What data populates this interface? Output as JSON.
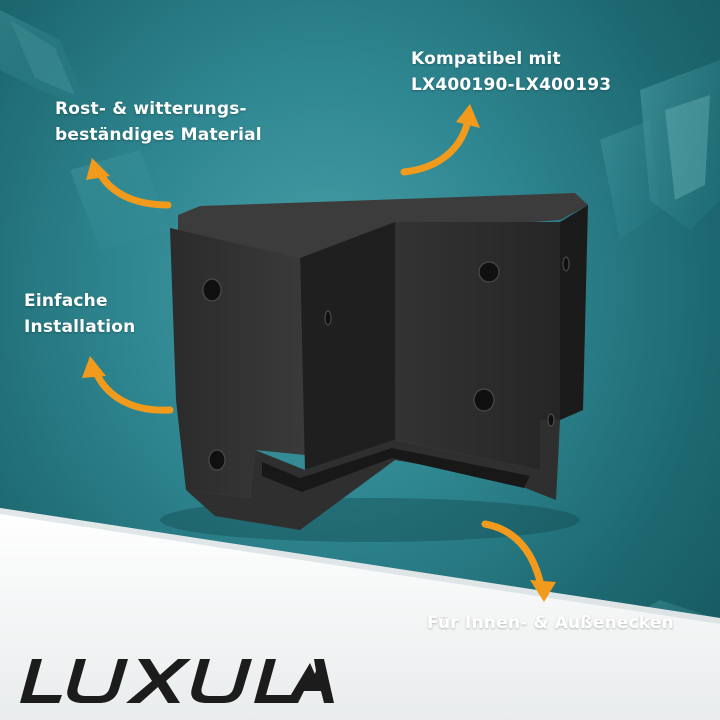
{
  "colors": {
    "background_teal": "#2f8791",
    "arrow_orange": "#f29a1c",
    "text_white": "#ffffff",
    "bracket_black": "#2a2a2a",
    "footer_white": "#f2f4f5",
    "logo_dark": "#1c1c1c"
  },
  "callouts": {
    "rust_line1": "Rost- & witterungs-",
    "rust_line2": "beständiges Material",
    "compat_line1": "Kompatibel mit",
    "compat_line2": "LX400190-LX400193",
    "install_line1": "Einfache",
    "install_line2": "Installation",
    "corners": "Für Innen- & Außenecken"
  },
  "brand": {
    "logo_text": "LUXULA"
  },
  "icons": [
    "arrow-up-left-icon",
    "arrow-up-right-icon",
    "arrow-up-left-icon",
    "arrow-down-right-icon"
  ]
}
